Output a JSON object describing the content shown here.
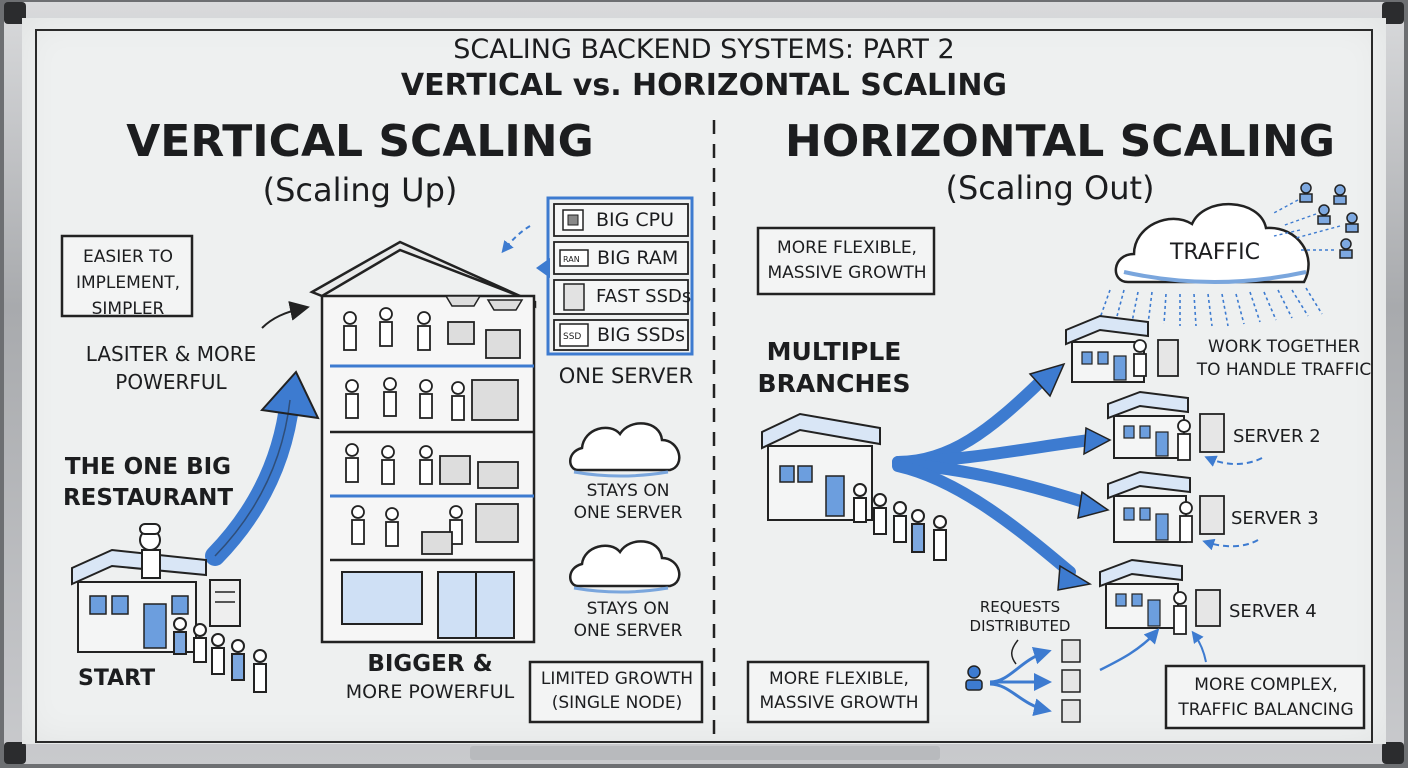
{
  "title": {
    "line1": "SCALING BACKEND SYSTEMS: PART 2",
    "line2": "VERTICAL vs. HORIZONTAL SCALING"
  },
  "vertical": {
    "heading": "VERTICAL SCALING",
    "subheading": "(Scaling Up)",
    "note_box": [
      "EASIER TO",
      "IMPLEMENT,",
      "SIMPLER"
    ],
    "arrow_note": [
      "LASITER & MORE",
      "POWERFUL"
    ],
    "restaurant_label": [
      "THE ONE BIG",
      "RESTAURANT"
    ],
    "start_label": "START",
    "building_label": [
      "BIGGER &",
      "MORE POWERFUL"
    ],
    "components": [
      {
        "icon": "cpu-icon",
        "label": "BIG CPU"
      },
      {
        "icon": "ram-icon",
        "label": "BIG RAM",
        "icon_text": "RAN"
      },
      {
        "icon": "ssd-icon",
        "label": "FAST SSDs"
      },
      {
        "icon": "ssd-chip-icon",
        "label": "BIG SSDs",
        "icon_text": "SSD"
      }
    ],
    "one_server": "ONE SERVER",
    "stays_1": [
      "STAYS ON",
      "ONE SERVER"
    ],
    "stays_2": [
      "STAYS ON",
      "ONE SERVER"
    ],
    "limited_box": [
      "LIMITED GROWTH",
      "(SINGLE NODE)"
    ]
  },
  "horizontal": {
    "heading": "HORIZONTAL SCALING",
    "subheading": "(Scaling Out)",
    "flex_box_top": [
      "MORE FLEXIBLE,",
      "MASSIVE GROWTH"
    ],
    "branches_label": [
      "MULTIPLE",
      "BRANCHES"
    ],
    "traffic_label": "TRAFFIC",
    "work_together": [
      "WORK TOGETHER",
      "TO HANDLE TRAFFIC"
    ],
    "servers": [
      "SERVER 2",
      "SERVER 3",
      "SERVER 4"
    ],
    "requests_label": [
      "REQUESTS",
      "DISTRIBUTED"
    ],
    "flex_box_bottom": [
      "MORE FLEXIBLE,",
      "MASSIVE GROWTH"
    ],
    "complex_box": [
      "MORE COMPLEX,",
      "TRAFFIC BALANCING"
    ]
  },
  "colors": {
    "accent_blue": "#3d7bd0",
    "light_blue": "#a9c8ee",
    "ink": "#1c1d1f",
    "board": "#eef0f0"
  }
}
